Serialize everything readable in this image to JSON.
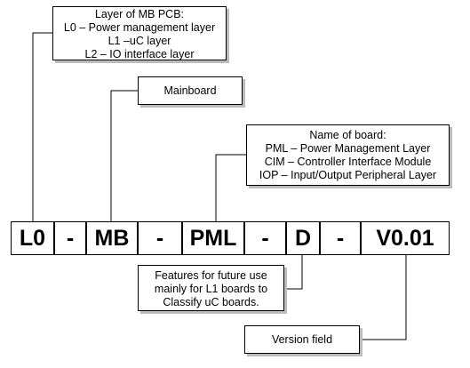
{
  "layer_box": {
    "lines": [
      "Layer of MB PCB:",
      "L0 – Power management layer",
      "L1 –uC layer",
      "L2 – IO interface layer"
    ]
  },
  "mainboard_box": {
    "label": "Mainboard"
  },
  "board_name_box": {
    "lines": [
      "Name of board:",
      "PML – Power Management Layer",
      "CIM – Controller Interface Module",
      "IOP – Input/Output Peripheral Layer"
    ]
  },
  "features_box": {
    "lines": [
      "Features for future use",
      "mainly for L1 boards to",
      "Classify uC boards."
    ]
  },
  "version_box": {
    "label": "Version field"
  },
  "code_segments": {
    "layer": "L0",
    "sep1": "-",
    "board_type": "MB",
    "sep2": "-",
    "board_name": "PML",
    "sep3": "-",
    "feature": "D",
    "sep4": "-",
    "version": "V0.01"
  }
}
